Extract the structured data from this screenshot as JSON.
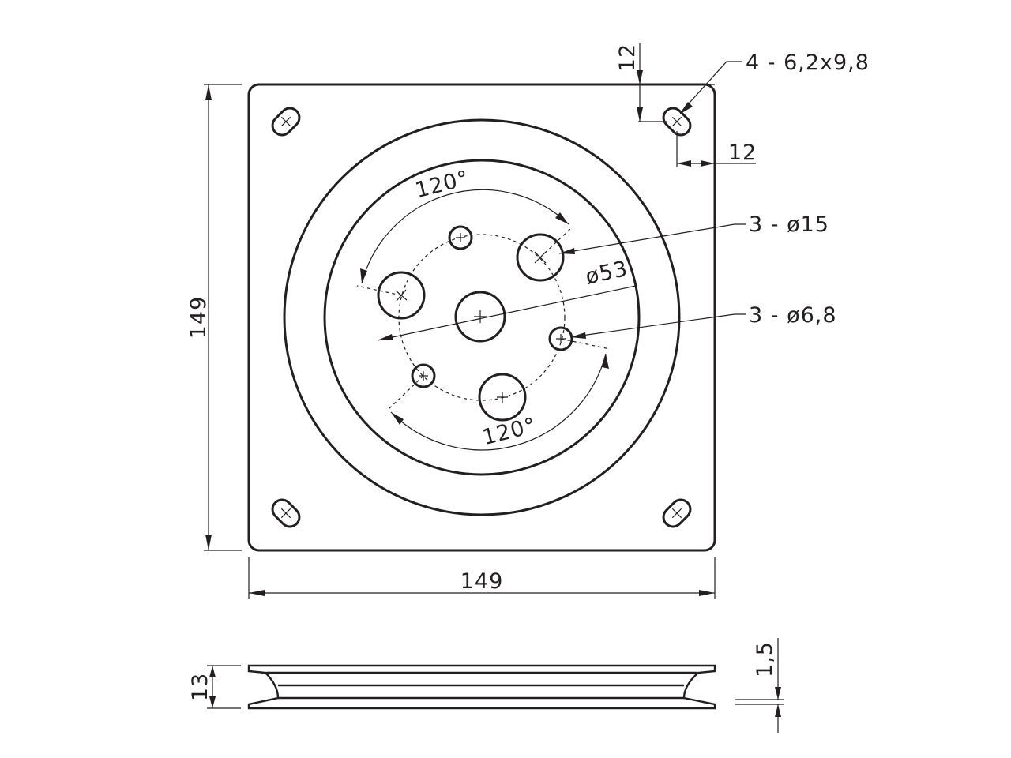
{
  "dimensions": {
    "plate_height": "149",
    "plate_width": "149",
    "slot_offset_vertical": "12",
    "slot_offset_horizontal": "12",
    "side_height": "13",
    "side_thickness": "1,5",
    "pitch_circle": "ø53",
    "angle_top": "120°",
    "angle_bottom": "120°"
  },
  "callouts": {
    "slots": "4  -  6,2x9,8",
    "large_holes": "3  -  ø15",
    "small_holes": "3  -  ø6,8"
  }
}
